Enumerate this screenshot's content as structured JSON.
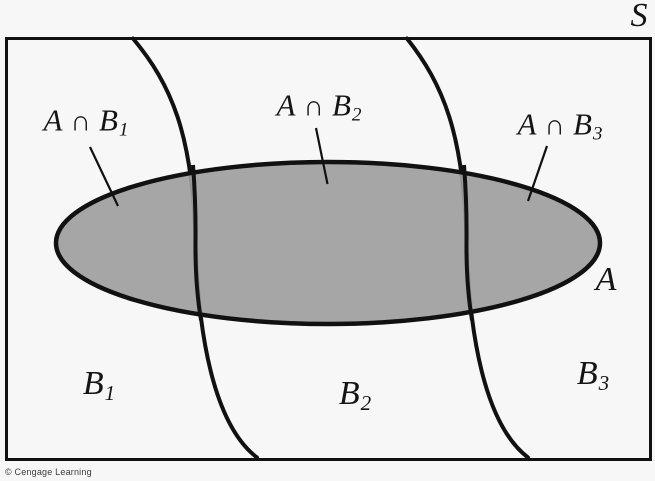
{
  "figure": {
    "sample_space_label": "S",
    "set_label": "A",
    "copyright": "© Cengage Learning",
    "colors": {
      "ellipse_fill": "#9e9e9e",
      "line": "#111111",
      "background": "#f7f7f7"
    },
    "intersection_labels": [
      {
        "a": "A",
        "op": "∩",
        "b": "B",
        "sub": "1"
      },
      {
        "a": "A",
        "op": "∩",
        "b": "B",
        "sub": "2"
      },
      {
        "a": "A",
        "op": "∩",
        "b": "B",
        "sub": "3"
      }
    ],
    "partition_labels": [
      {
        "b": "B",
        "sub": "1"
      },
      {
        "b": "B",
        "sub": "2"
      },
      {
        "b": "B",
        "sub": "3"
      }
    ]
  }
}
